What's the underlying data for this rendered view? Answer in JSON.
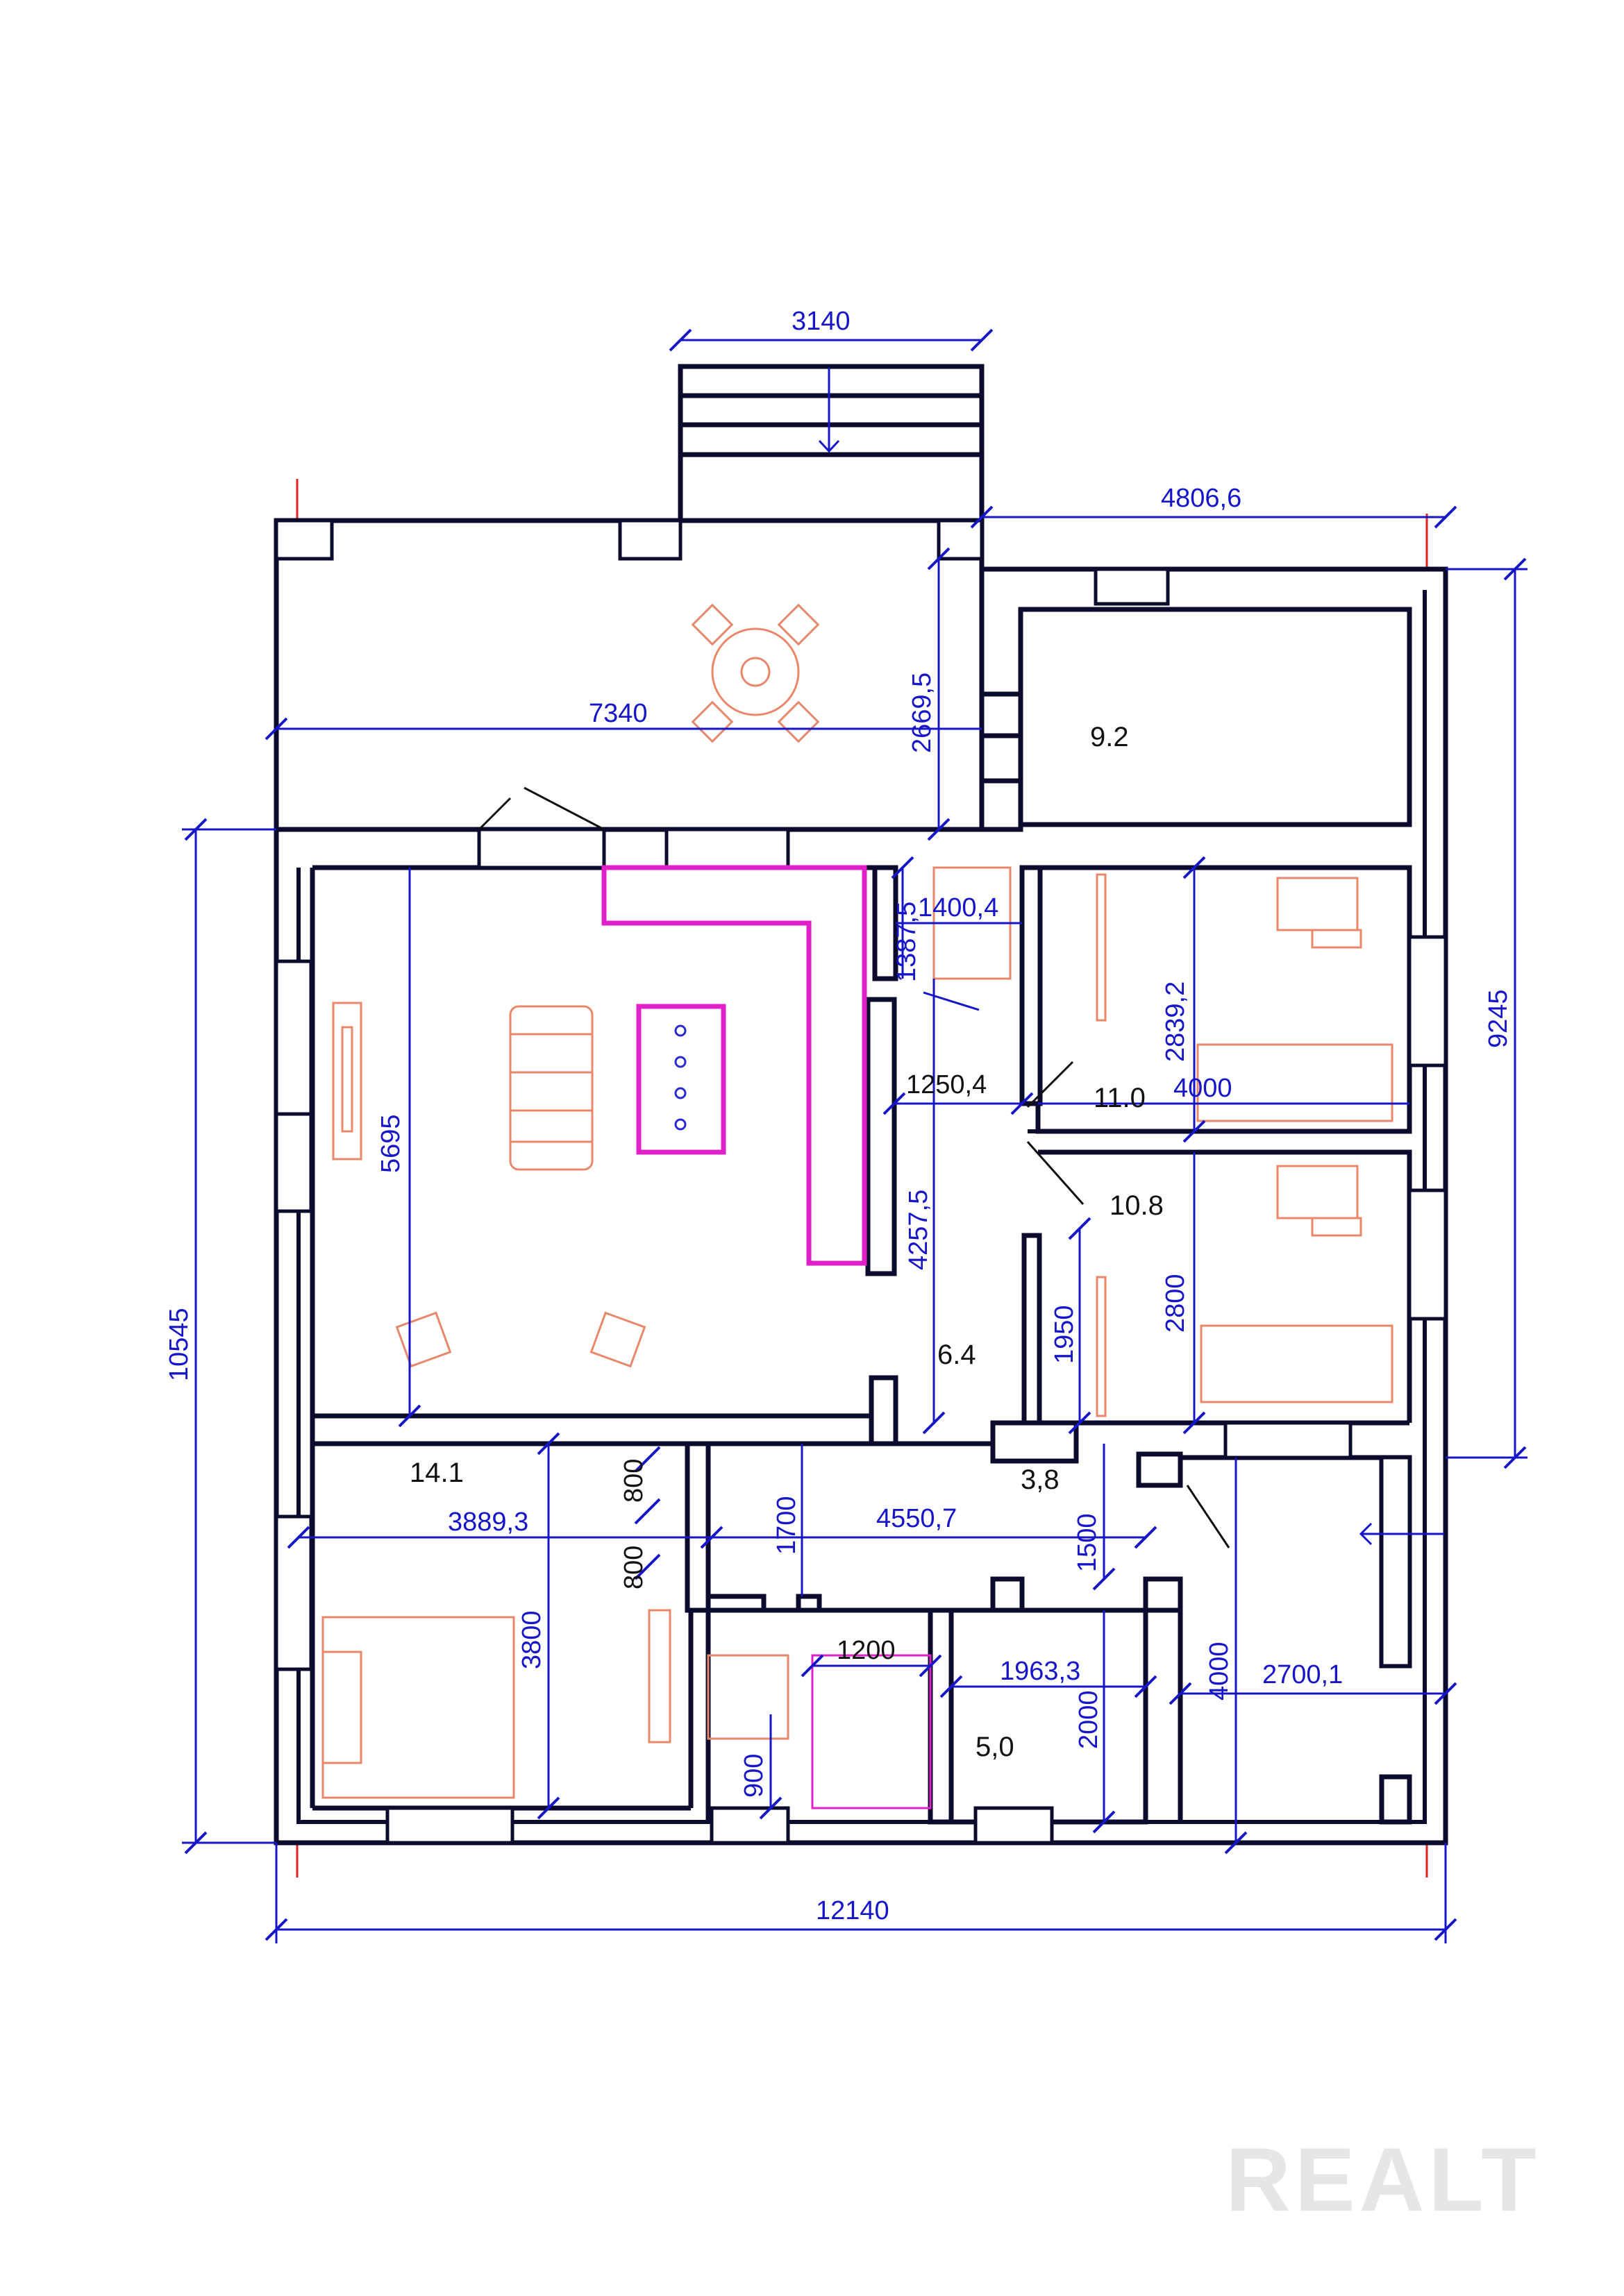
{
  "watermark": "REALT",
  "dimensions": {
    "d3140": "3140",
    "d4806": "4806,6",
    "d7340": "7340",
    "d2669": "2669,5",
    "d9245": "9245",
    "d10545": "10545",
    "d12140": "12140",
    "d5695": "5695",
    "d1387": "1387,5",
    "d1400": "1400,4",
    "d2839": "2839,2",
    "d1250": "1250,4",
    "d4000a": "4000",
    "d4257": "4257,5",
    "d1950": "1950",
    "d2800": "2800",
    "d3889": "3889,3",
    "d800a": "800",
    "d800b": "800",
    "d1700": "1700",
    "d4550": "4550,7",
    "d1500": "1500",
    "d3800": "3800",
    "d1200": "1200",
    "d1963": "1963,3",
    "d2000": "2000",
    "d900": "900",
    "d4000b": "4000",
    "d2700": "2700,1"
  },
  "areas": {
    "a92": "9.2",
    "a110": "11.0",
    "a108": "10.8",
    "a64": "6.4",
    "a141": "14.1",
    "a38": "3,8",
    "a50": "5,0"
  },
  "colors": {
    "walls": "#0b0b2e",
    "dimensions": "#1616c8",
    "furniture": "#e8876a",
    "kitchen": "#e020c8",
    "axis": "#e02020"
  }
}
